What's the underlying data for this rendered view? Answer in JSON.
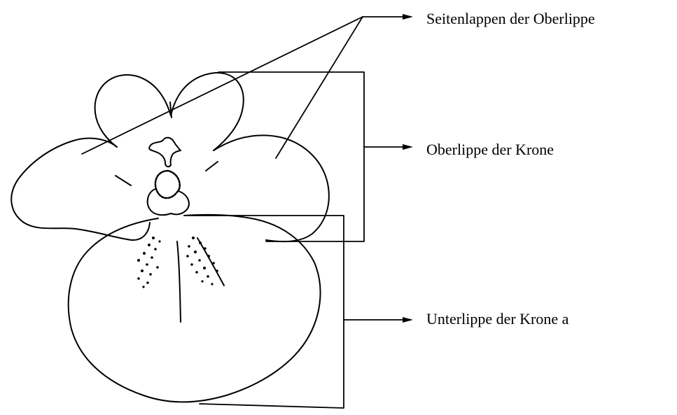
{
  "labels": {
    "seitenlappen": "Seitenlappen der Oberlippe",
    "oberlippe": "Oberlippe der Krone",
    "unterlippe": "Unterlippe der Krone a"
  },
  "colors": {
    "ink": "#000000",
    "paper": "#ffffff"
  }
}
